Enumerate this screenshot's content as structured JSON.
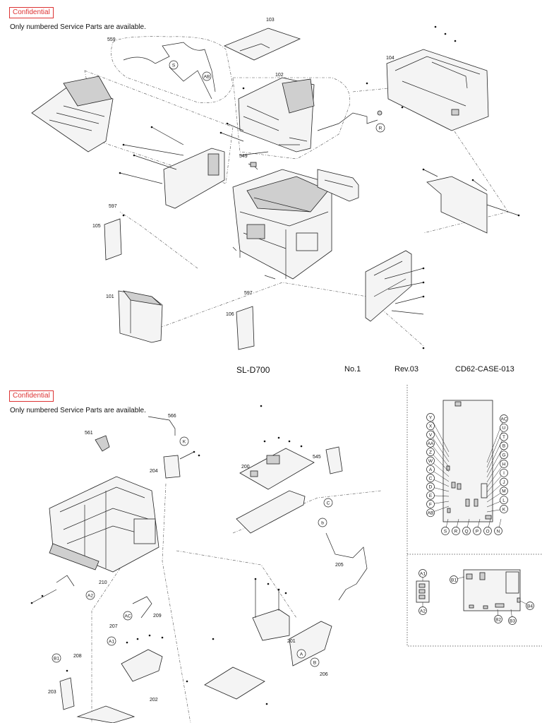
{
  "sheet1": {
    "badge": "Confidential",
    "note": "Only numbered Service Parts are available.",
    "footer": {
      "model": "SL-D700",
      "number": "No.1",
      "revision": "Rev.03",
      "code": "CD62-CASE-013"
    },
    "part_labels": [
      "103",
      "559",
      "104",
      "102",
      "549",
      "597",
      "105",
      "101",
      "597",
      "106"
    ],
    "circle_labels": [
      "S",
      "AB",
      "R"
    ]
  },
  "sheet2": {
    "badge": "Confidential",
    "note": "Only numbered Service Parts are available.",
    "part_labels": [
      "566",
      "561",
      "204",
      "200",
      "545",
      "210",
      "209",
      "207",
      "208",
      "203",
      "202",
      "205",
      "201",
      "206"
    ],
    "circle_labels": [
      "K",
      "C",
      "b",
      "A2",
      "AC",
      "A1",
      "B1",
      "A",
      "B"
    ],
    "board_left_labels": [
      "Y",
      "X",
      "V",
      "AA",
      "Z",
      "W",
      "A",
      "C",
      "D",
      "E",
      "F",
      "AB"
    ],
    "board_right_labels": [
      "AC",
      "U",
      "T",
      "B",
      "G",
      "H",
      "I",
      "J",
      "M",
      "L",
      "K"
    ],
    "board_bottom_labels": [
      "S",
      "R",
      "Q",
      "P",
      "O",
      "N"
    ],
    "small_board_labels": [
      "A1",
      "A2",
      "B1",
      "B2",
      "B3",
      "B4"
    ]
  }
}
